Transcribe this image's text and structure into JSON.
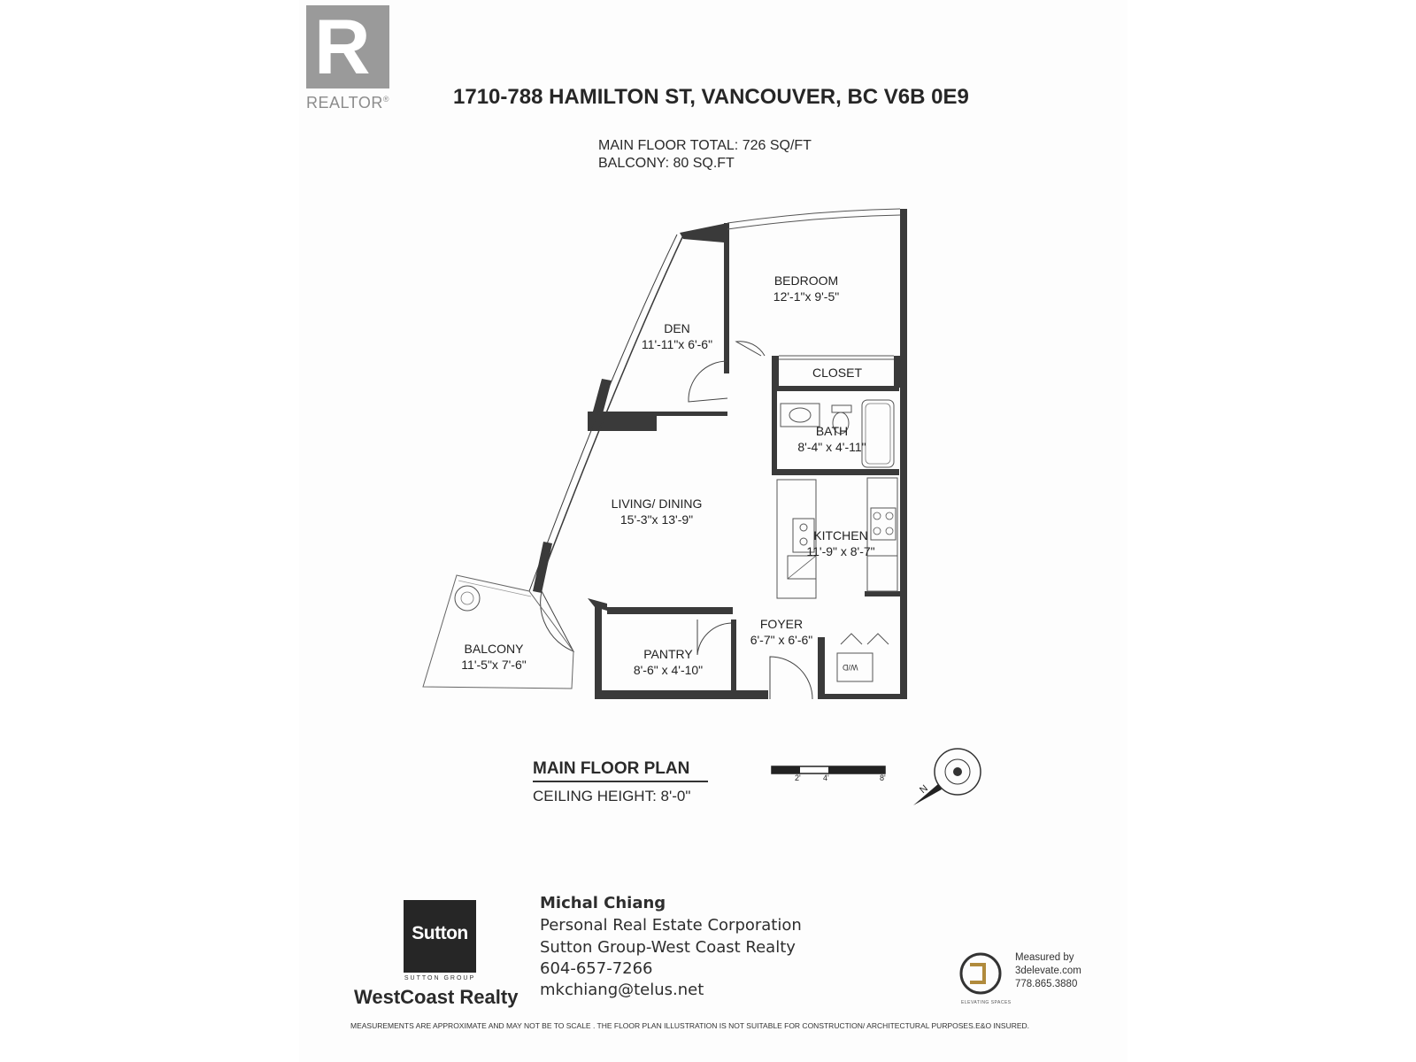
{
  "realtor": {
    "logo_letter": "R",
    "logo_word": "REALTOR",
    "registered": "®"
  },
  "address": "1710-788 HAMILTON ST, VANCOUVER, BC V6B 0E9",
  "areas": {
    "main_floor": "MAIN FLOOR TOTAL: 726 SQ/FT",
    "balcony": "BALCONY: 80 SQ.FT"
  },
  "rooms": {
    "bedroom": {
      "name": "BEDROOM",
      "size": "12'-1\"x  9'-5\""
    },
    "den": {
      "name": "DEN",
      "size": "11'-11\"x 6'-6\""
    },
    "closet": {
      "name": "CLOSET"
    },
    "bath": {
      "name": "BATH",
      "size": "8'-4\" x 4'-11\""
    },
    "living": {
      "name": "LIVING/ DINING",
      "size": "15'-3\"x 13'-9\""
    },
    "kitchen": {
      "name": "KITCHEN",
      "size": "11'-9\" x 8'-7\""
    },
    "foyer": {
      "name": "FOYER",
      "size": "6'-7\"  x 6'-6\""
    },
    "pantry": {
      "name": "PANTRY",
      "size": "8'-6\" x 4'-10\""
    },
    "balcony": {
      "name": "BALCONY",
      "size": "11'-5\"x  7'-6\""
    },
    "washer_dryer": "W/D"
  },
  "plan": {
    "title": "MAIN FLOOR PLAN",
    "ceiling": "CEILING HEIGHT: 8'-0\"",
    "scale_ticks": [
      "2'",
      "4'",
      "8'"
    ],
    "north": "N"
  },
  "brokerage": {
    "logo_word": "Sutton",
    "group": "SUTTON GROUP",
    "name": "WestCoast Realty"
  },
  "agent": {
    "name": "Michal Chiang",
    "title": "Personal Real Estate Corporation",
    "company": "Sutton Group-West Coast Realty",
    "phone": "604-657-7266",
    "email": "mkchiang@telus.net"
  },
  "measured_by": {
    "label": "Measured by",
    "site": "3delevate.com",
    "phone": "778.865.3880",
    "logo_caption": "ELEVATING SPACES"
  },
  "disclaimer": "MEASUREMENTS  ARE APPROXIMATE AND MAY NOT BE TO SCALE . THE FLOOR PLAN ILLUSTRATION IS NOT SUITABLE FOR CONSTRUCTION/ ARCHITECTURAL PURPOSES.E&O INSURED."
}
